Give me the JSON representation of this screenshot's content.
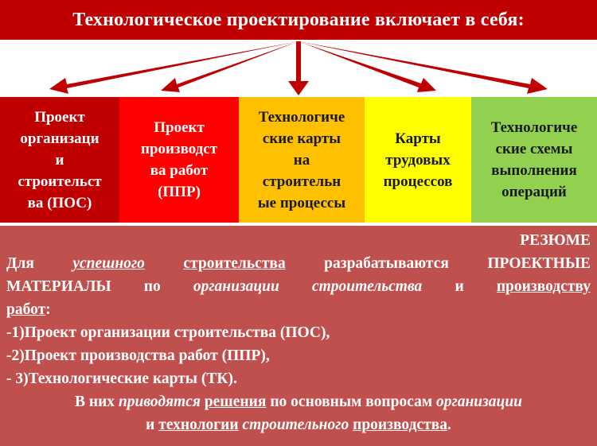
{
  "header": {
    "title": "Технологическое проектирование включает в себя:"
  },
  "boxes": [
    {
      "label": "Проект\nорганизаци\nи\nстроительст\nва (ПОС)",
      "color": "#c00000"
    },
    {
      "label": "Проект\nпроизводст\nва работ\n(ППР)",
      "color": "#ff0000"
    },
    {
      "label": "Технологиче\nские карты\nна\nстроительн\nые процессы",
      "color": "#ffc000"
    },
    {
      "label": "Карты\nтрудовых\nпроцессов",
      "color": "#ffff00"
    },
    {
      "label": "Технологиче\nские схемы\nвыполнения\nопераций",
      "color": "#92d050"
    }
  ],
  "summary": {
    "heading": "РЕЗЮМЕ",
    "line1": {
      "w1": "Для",
      "w2": "успешного",
      "w3": "строительства",
      "w4": "разрабатываются ПРОЕКТНЫЕ"
    },
    "line2": {
      "w1": "МАТЕРИАЛЫ по",
      "w2": "организации строительства",
      "w3": "и",
      "w4": "производству"
    },
    "line3": {
      "w1": "работ",
      "w2": ":"
    },
    "items": [
      "-1)Проект организации строительства (ПОС),",
      "-2)Проект производства работ (ППР),",
      "- 3)Технологические карты (ТК)."
    ],
    "final1": {
      "w1": "В них",
      "w2": "приводятся",
      "w3": "решения",
      "w4": "по основным вопросам",
      "w5": "организации"
    },
    "final2": {
      "w1": "и",
      "w2": "технологии",
      "w3": "строительного",
      "w4": "производства",
      "w5": "."
    }
  },
  "colors": {
    "title_bg": "#c00000",
    "arrow": "#c00000",
    "summary_bg": "#c0504d"
  }
}
